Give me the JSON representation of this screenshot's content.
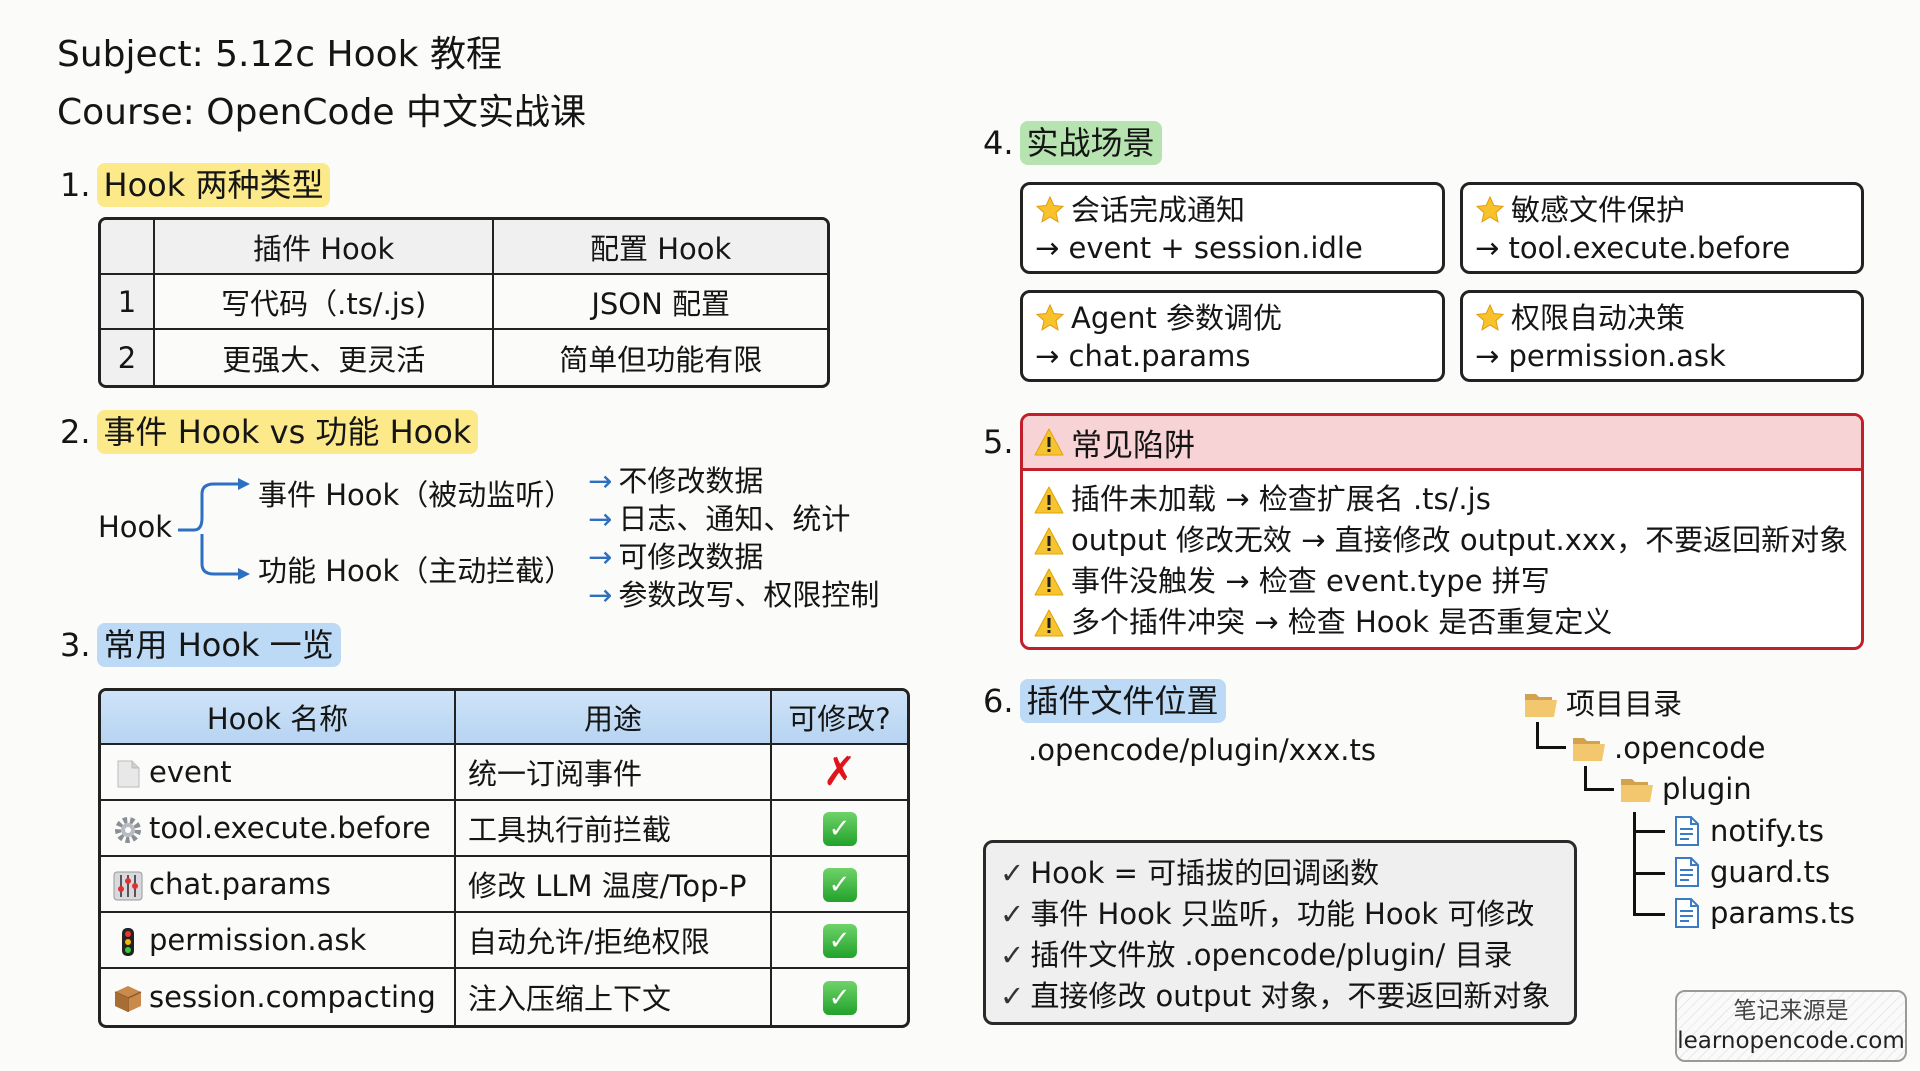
{
  "header": {
    "subject": "Subject: 5.12c Hook 教程",
    "course": "Course: OpenCode 中文实战课"
  },
  "section1": {
    "number": "1.",
    "title": "Hook 两种类型",
    "table": {
      "headers": [
        "",
        "插件 Hook",
        "配置 Hook"
      ],
      "rows": [
        {
          "index": "1",
          "plugin": "写代码（.ts/.js)",
          "config": "JSON 配置"
        },
        {
          "index": "2",
          "plugin": "更强大、更灵活",
          "config": "简单但功能有限"
        }
      ]
    }
  },
  "section2": {
    "number": "2.",
    "title": "事件 Hook vs 功能 Hook",
    "root": "Hook",
    "branches": [
      {
        "label": "事件 Hook（被动监听）",
        "points": [
          "不修改数据",
          "日志、通知、统计"
        ]
      },
      {
        "label": "功能 Hook（主动拦截）",
        "points": [
          "可修改数据",
          "参数改写、权限控制"
        ]
      }
    ],
    "arrow": "→"
  },
  "section3": {
    "number": "3.",
    "title": "常用 Hook 一览",
    "table": {
      "headers": [
        "Hook 名称",
        "用途",
        "可修改?"
      ],
      "rows": [
        {
          "icon": "document-icon",
          "name": "event",
          "use": "统一订阅事件",
          "modifiable": "no"
        },
        {
          "icon": "gear-icon",
          "name": "tool.execute.before",
          "use": "工具执行前拦截",
          "modifiable": "yes"
        },
        {
          "icon": "sliders-icon",
          "name": "chat.params",
          "use": "修改 LLM 温度/Top-P",
          "modifiable": "yes"
        },
        {
          "icon": "traffic-light-icon",
          "name": "permission.ask",
          "use": "自动允许/拒绝权限",
          "modifiable": "yes"
        },
        {
          "icon": "package-icon",
          "name": "session.compacting",
          "use": "注入压缩上下文",
          "modifiable": "yes"
        }
      ],
      "yes_glyph": "✓",
      "no_glyph": "✗"
    }
  },
  "section4": {
    "number": "4.",
    "title": "实战场景",
    "cards": [
      {
        "title": "会话完成通知",
        "hook": "→ event + session.idle"
      },
      {
        "title": "敏感文件保护",
        "hook": "→ tool.execute.before"
      },
      {
        "title": "Agent 参数调优",
        "hook": "→ chat.params"
      },
      {
        "title": "权限自动决策",
        "hook": "→ permission.ask"
      }
    ]
  },
  "section5": {
    "number": "5.",
    "title": "常见陷阱",
    "items": [
      "插件未加载 → 检查扩展名 .ts/.js",
      "output 修改无效 → 直接修改 output.xxx，不要返回新对象",
      "事件没触发 → 检查 event.type 拼写",
      "多个插件冲突 → 检查 Hook 是否重复定义"
    ]
  },
  "section6": {
    "number": "6.",
    "title": "插件文件位置",
    "path": ".opencode/plugin/xxx.ts",
    "tree": {
      "root": "项目目录",
      "level1": ".opencode",
      "level2": "plugin",
      "files": [
        "notify.ts",
        "guard.ts",
        "params.ts"
      ]
    }
  },
  "summary": {
    "check": "✓",
    "items": [
      "Hook = 可插拔的回调函数",
      "事件 Hook 只监听，功能 Hook 可修改",
      "插件文件放 .opencode/plugin/ 目录",
      "直接修改 output 对象，不要返回新对象"
    ]
  },
  "watermark": {
    "line1": "笔记来源是",
    "line2": "learnopencode.com"
  },
  "colors": {
    "highlight_yellow": "#fbe98a",
    "highlight_blue": "#bcdaf6",
    "highlight_green": "#b6e3b0",
    "pitfall_border": "#c1202b",
    "pitfall_header": "#f7d3d6",
    "arrow_blue": "#2d6fc1",
    "check_green": "#22a22a",
    "cross_red": "#e0141b"
  }
}
